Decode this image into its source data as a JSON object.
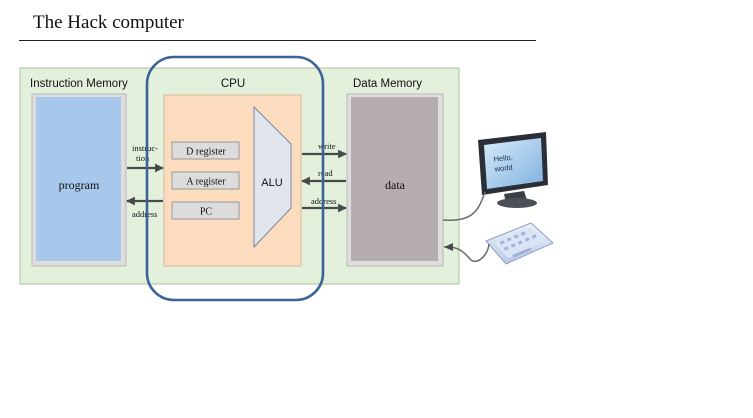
{
  "slide": {
    "title": "The Hack computer"
  },
  "instruction_memory": {
    "label": "Instruction Memory",
    "content_label": "program"
  },
  "cpu": {
    "label": "CPU",
    "registers": [
      "D register",
      "A register",
      "PC"
    ],
    "alu_label": "ALU"
  },
  "data_memory": {
    "label": "Data Memory",
    "content_label": "data"
  },
  "signals": {
    "instruction_line1": "instruc-",
    "instruction_line2": "tion",
    "address_left": "address",
    "write": "write",
    "read": "read",
    "address_right": "address"
  },
  "screen": {
    "line1": "Hello,",
    "line2": "world"
  },
  "colors": {
    "board_fill": "#e3f0dc",
    "board_border": "#a9c49a",
    "program_fill": "#a7c8ea",
    "cpu_fill": "#fbdcbf",
    "data_fill": "#b6aeae",
    "memory_frame": "#dedede",
    "highlight": "#3a6596"
  }
}
